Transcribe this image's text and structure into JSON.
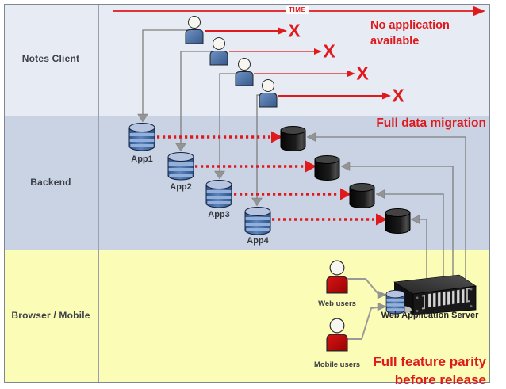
{
  "colors": {
    "red": "#e0191d",
    "lane-notes": "#e7ebf3",
    "lane-backend": "#c9d3e4",
    "lane-browser": "#fbfcb5",
    "line-gray": "#7f7f7f",
    "arrow-gray": "#949494",
    "border": "#7e8794"
  },
  "timeline": {
    "label": "TIME"
  },
  "lanes": [
    {
      "label": "Notes Client"
    },
    {
      "label": "Backend"
    },
    {
      "label": "Browser / Mobile"
    }
  ],
  "apps": [
    {
      "label": "App1"
    },
    {
      "label": "App2"
    },
    {
      "label": "App3"
    },
    {
      "label": "App4"
    }
  ],
  "annotations": {
    "no_application": "No application\navailable",
    "full_data_migration": "Full data migration",
    "full_feature_parity": "Full feature parity\nbefore release",
    "x_mark": "X"
  },
  "users": {
    "web_label": "Web users",
    "mobile_label": "Mobile users"
  },
  "server": {
    "label": "Web Application Server"
  }
}
